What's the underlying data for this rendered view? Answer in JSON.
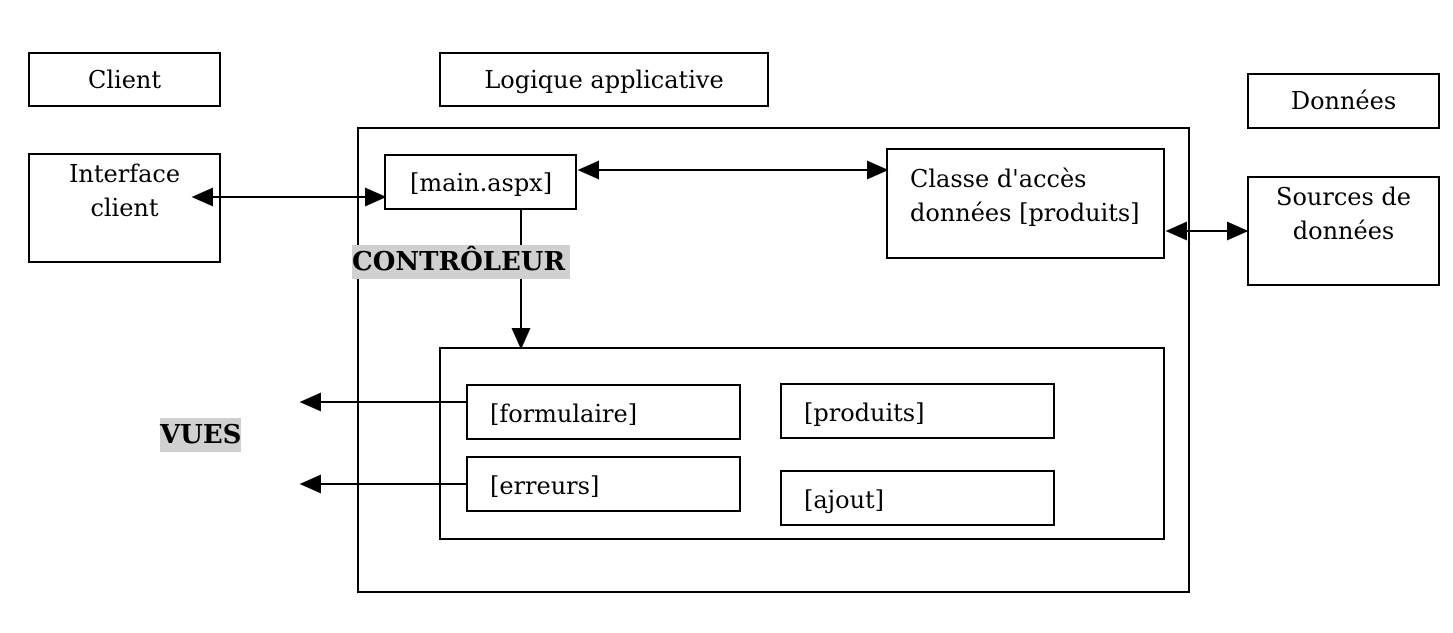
{
  "headers": {
    "client": "Client",
    "logic": "Logique applicative",
    "data": "Données"
  },
  "boxes": {
    "interface_line1": "Interface",
    "interface_line2": "client",
    "main": "[main.aspx]",
    "dao_line1": "Classe d'accès",
    "dao_line2": "données [produits]",
    "sources_line1": "Sources de",
    "sources_line2": "données",
    "formulaire": "[formulaire]",
    "erreurs": "[erreurs]",
    "produits": "[produits]",
    "ajout": "[ajout]"
  },
  "tags": {
    "controller": "CONTRÔLEUR",
    "views": "VUES"
  },
  "colors": {
    "tag_background": "#d0d0d0",
    "line": "#000000"
  }
}
